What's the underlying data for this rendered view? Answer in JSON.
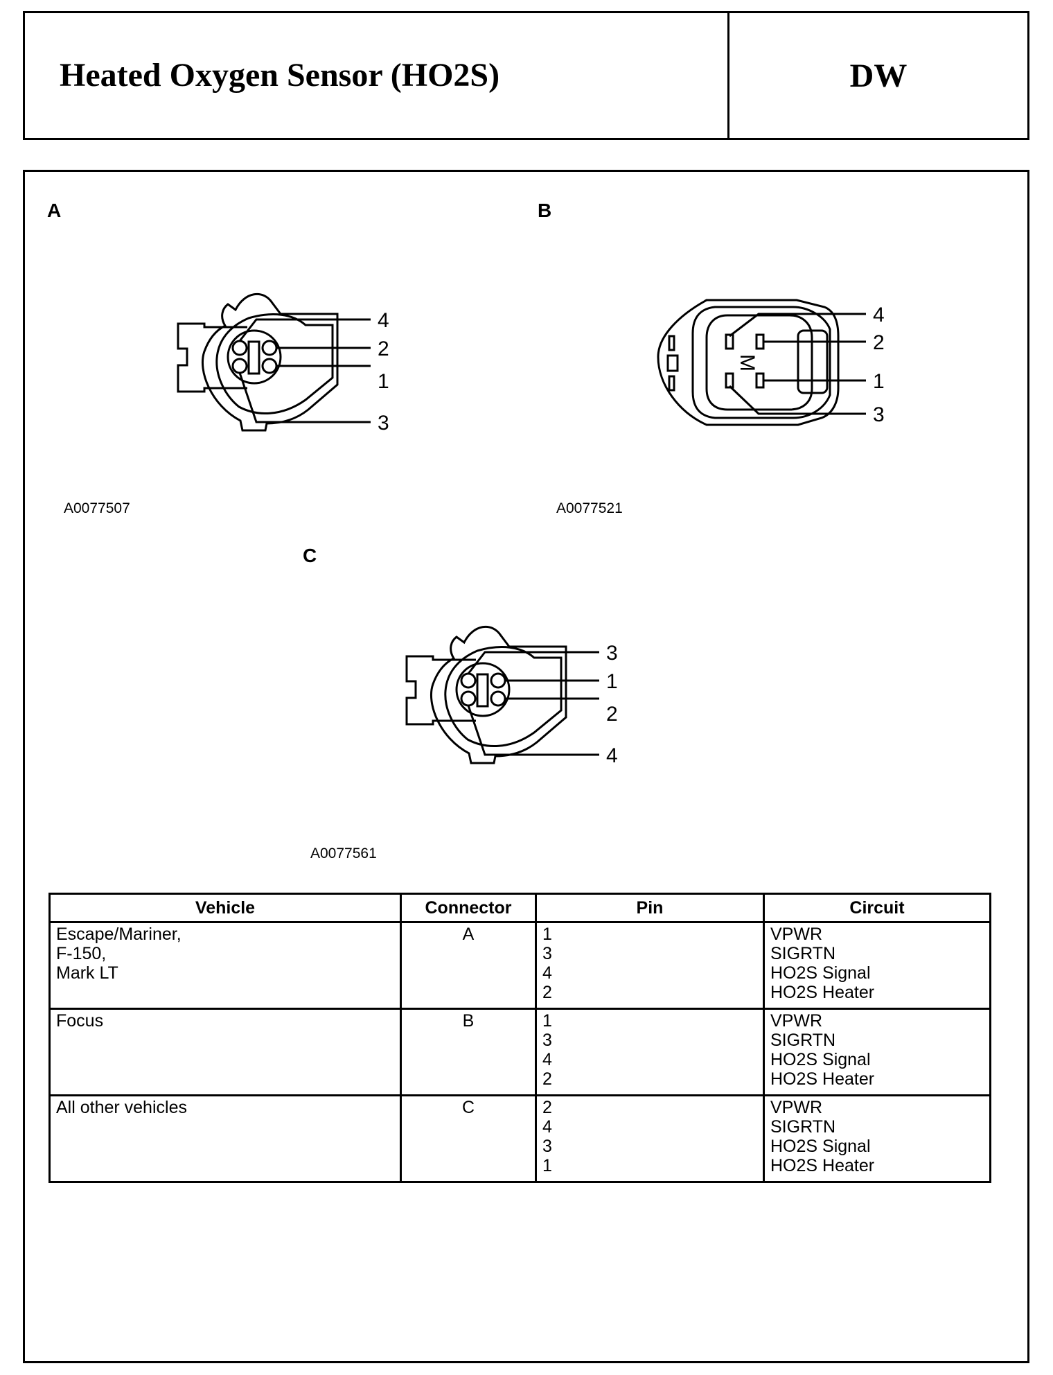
{
  "header": {
    "title": "Heated Oxygen Sensor (HO2S)",
    "code": "DW"
  },
  "figures": {
    "a": {
      "letter": "A",
      "id": "A0077507",
      "pins": [
        "4",
        "2",
        "1",
        "3"
      ]
    },
    "b": {
      "letter": "B",
      "id": "A0077521",
      "mark": "M",
      "pins": [
        "4",
        "2",
        "1",
        "3"
      ]
    },
    "c": {
      "letter": "C",
      "id": "A0077561",
      "pins": [
        "3",
        "1",
        "2",
        "4"
      ]
    }
  },
  "table": {
    "headers": [
      "Vehicle",
      "Connector",
      "Pin",
      "Circuit"
    ],
    "rows": [
      {
        "vehicle": [
          "Escape/Mariner,",
          "F-150,",
          "Mark LT"
        ],
        "connector": "A",
        "pins": [
          "1",
          "3",
          "4",
          "2"
        ],
        "circuits": [
          "VPWR",
          "SIGRTN",
          "HO2S Signal",
          "HO2S Heater"
        ]
      },
      {
        "vehicle": [
          "Focus"
        ],
        "connector": "B",
        "pins": [
          "1",
          "3",
          "4",
          "2"
        ],
        "circuits": [
          "VPWR",
          "SIGRTN",
          "HO2S Signal",
          "HO2S Heater"
        ]
      },
      {
        "vehicle": [
          "All other vehicles"
        ],
        "connector": "C",
        "pins": [
          "2",
          "4",
          "3",
          "1"
        ],
        "circuits": [
          "VPWR",
          "SIGRTN",
          "HO2S Signal",
          "HO2S Heater"
        ]
      }
    ]
  }
}
